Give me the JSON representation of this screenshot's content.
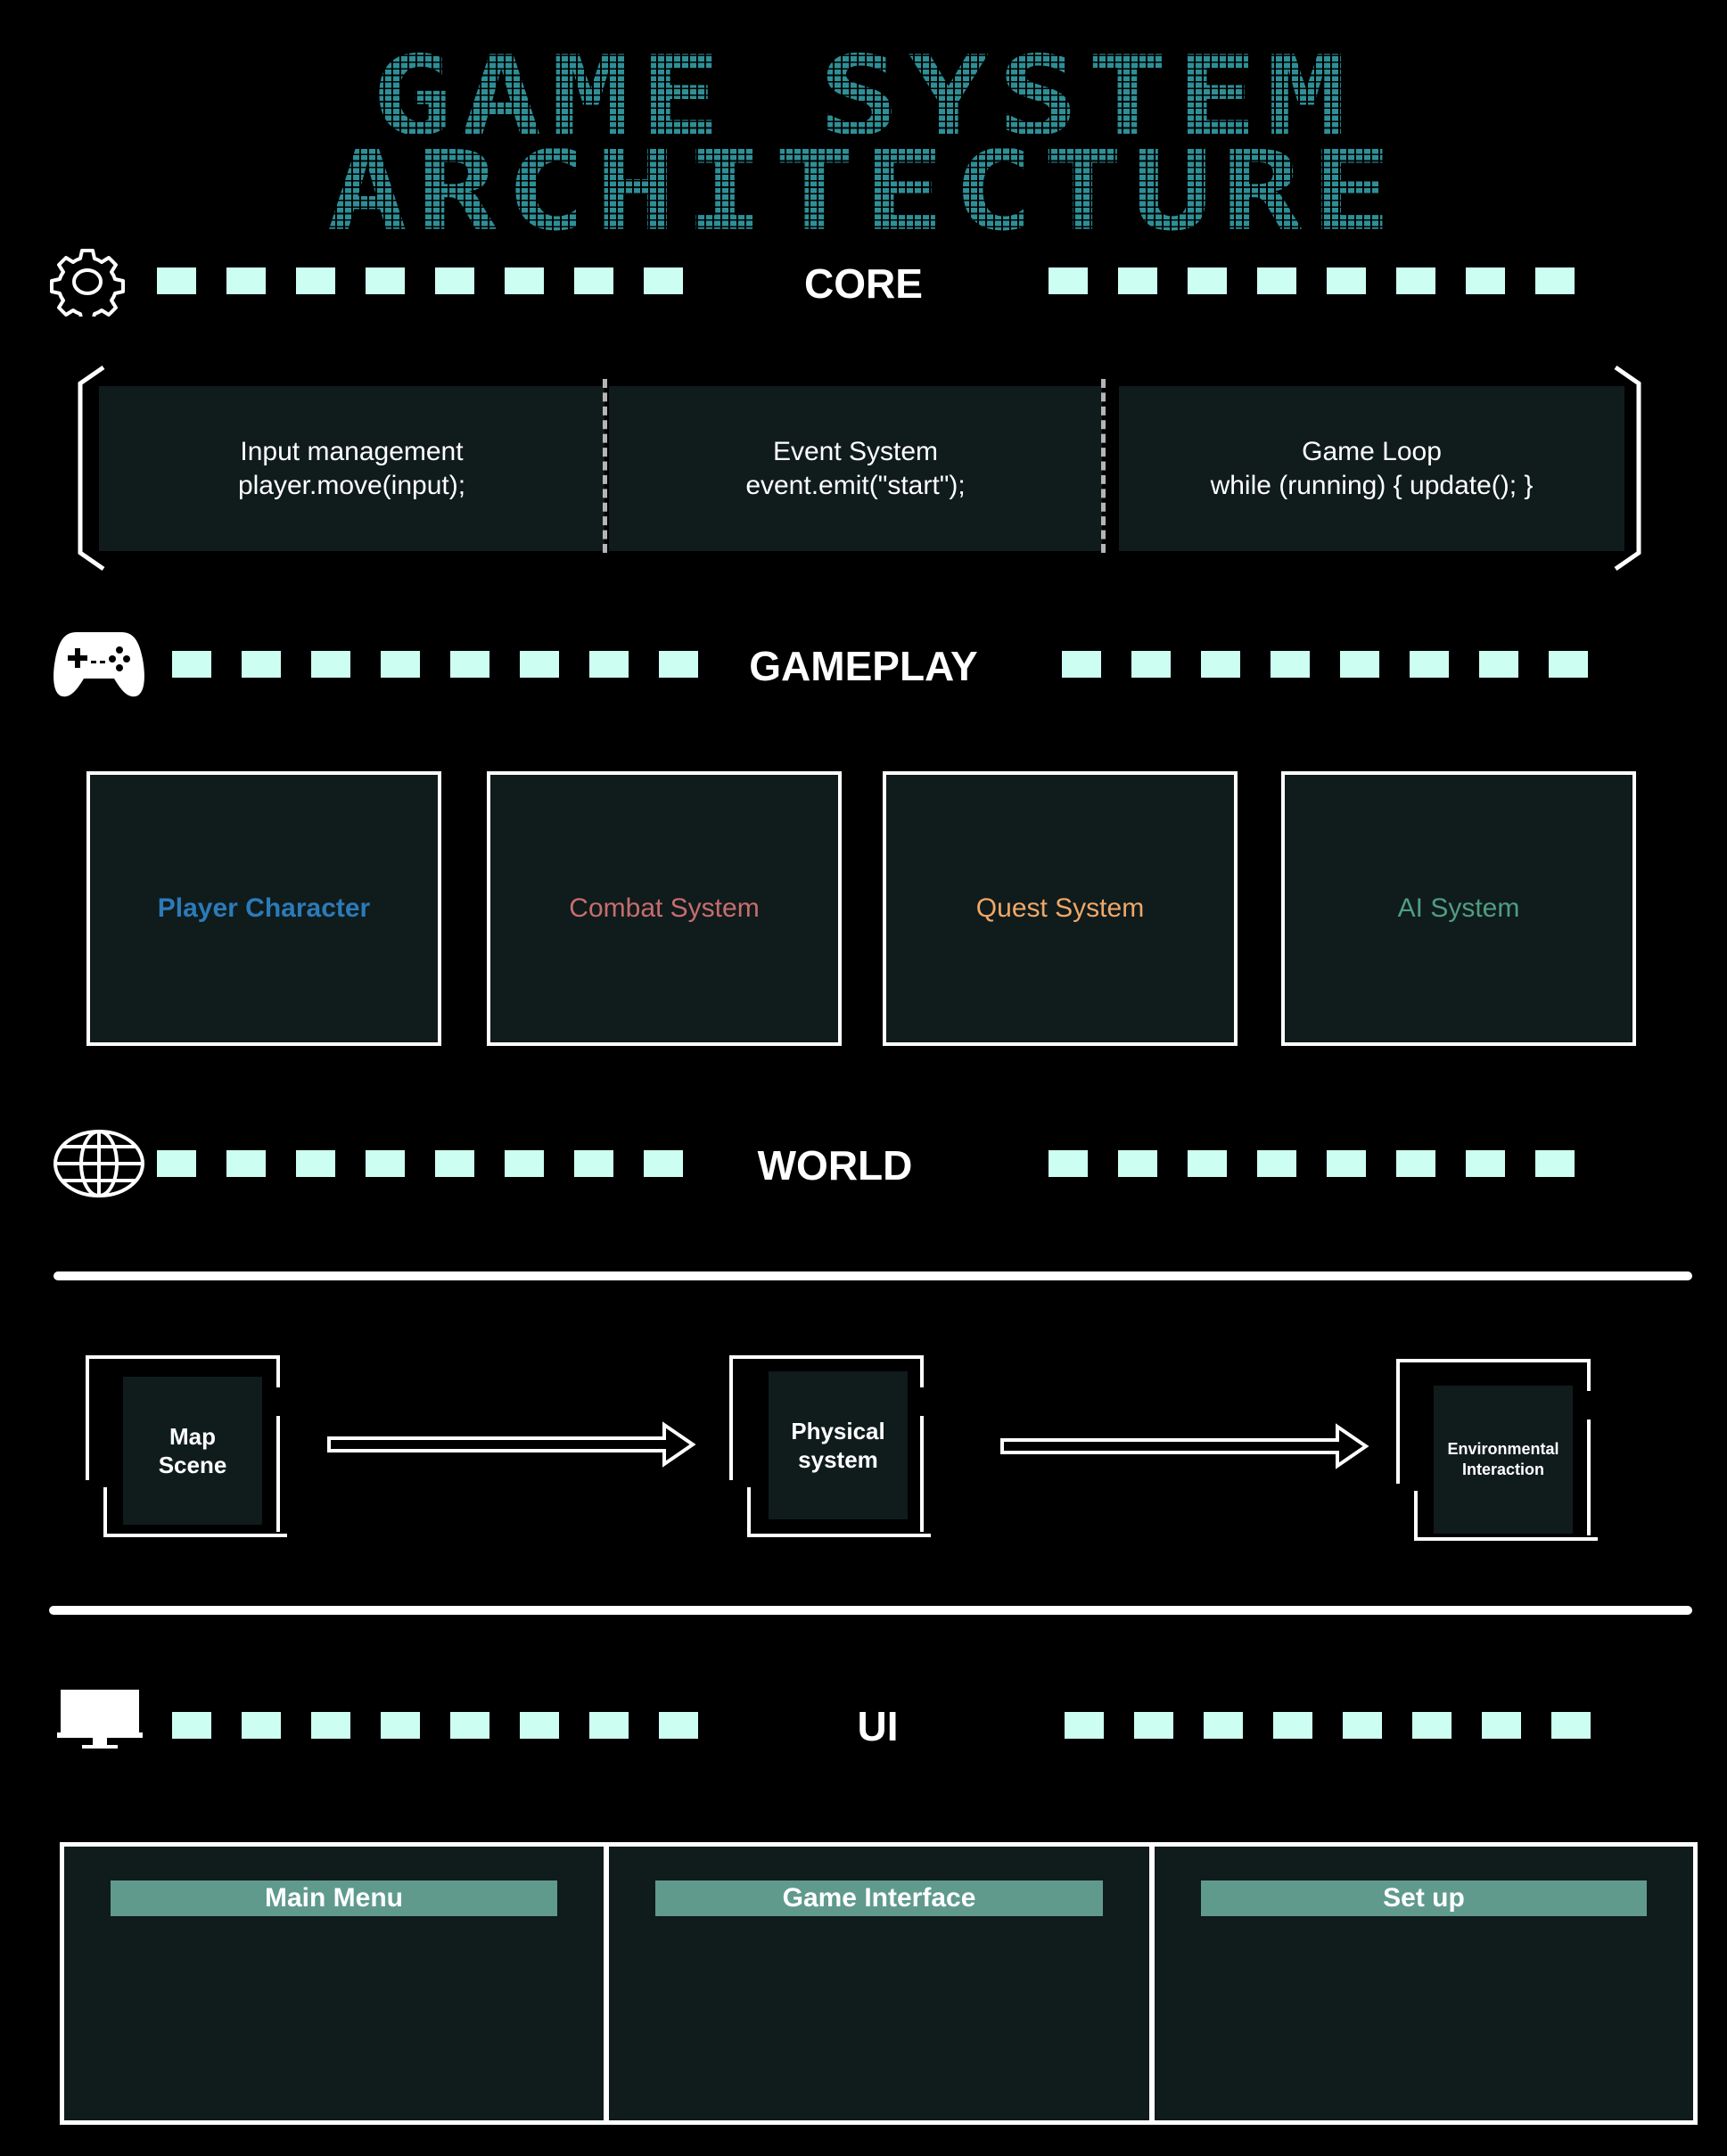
{
  "title": "GAME SYSTEM ARCHITECTURE",
  "colors": {
    "background": "#000000",
    "title": "#2e8f96",
    "dash": "#ccfff2",
    "panel": "#101b1c",
    "ui_label_bg": "#5f9a8d"
  },
  "sections": {
    "core": {
      "title": "CORE",
      "icon": "gear-icon"
    },
    "gameplay": {
      "title": "GAMEPLAY",
      "icon": "gamepad-icon"
    },
    "world": {
      "title": "WORLD",
      "icon": "globe-icon"
    },
    "ui": {
      "title": "UI",
      "icon": "monitor-icon"
    }
  },
  "core": {
    "cells": [
      {
        "line1": "Input management",
        "line2": "player.move(input);"
      },
      {
        "line1": "Event System",
        "line2": "event.emit(\"start\");"
      },
      {
        "line1": "Game Loop",
        "line2": "while (running) { update(); }"
      }
    ]
  },
  "gameplay": {
    "boxes": [
      {
        "label": "Player Character",
        "color": "#2b7bb9"
      },
      {
        "label": "Combat System",
        "color": "#c86d6d"
      },
      {
        "label": "Quest System",
        "color": "#f0a868"
      },
      {
        "label": "AI System",
        "color": "#4e9e80"
      }
    ]
  },
  "world": {
    "nodes": [
      {
        "line1": "Map",
        "line2": "Scene"
      },
      {
        "line1": "Physical",
        "line2": "system"
      },
      {
        "line1": "Environmental",
        "line2": "Interaction"
      }
    ]
  },
  "ui": {
    "panels": [
      {
        "label": "Main Menu"
      },
      {
        "label": "Game Interface"
      },
      {
        "label": "Set up"
      }
    ]
  }
}
